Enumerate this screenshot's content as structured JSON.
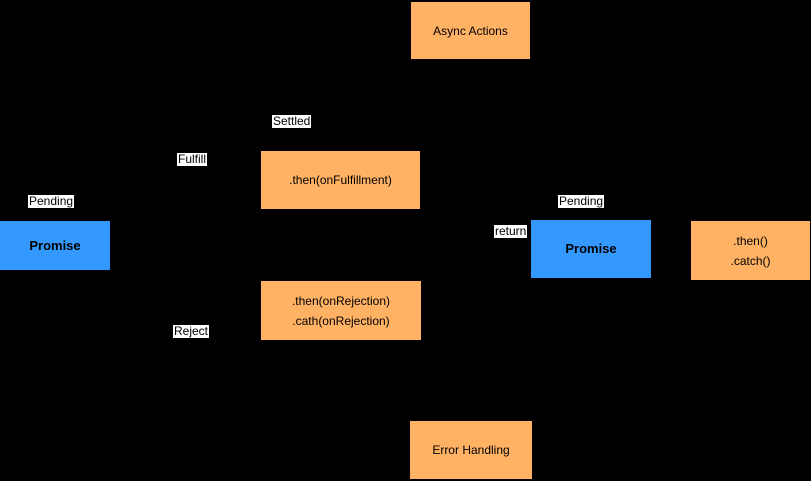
{
  "diagram": {
    "background_color": "#000000",
    "colors": {
      "orange_fill": "#FFB164",
      "blue_fill": "#3399FF",
      "label_background": "#FFFFFF",
      "text": "#000000"
    },
    "nodes": [
      {
        "id": "async-actions",
        "lines": [
          "Async Actions"
        ]
      },
      {
        "id": "promise-left",
        "lines": [
          "Promise"
        ]
      },
      {
        "id": "then-onfulfillment",
        "lines": [
          ".then(onFulfillment)"
        ]
      },
      {
        "id": "then-onrejection",
        "lines": [
          ".then(onRejection)",
          ".cath(onRejection)"
        ]
      },
      {
        "id": "promise-right",
        "lines": [
          "Promise"
        ]
      },
      {
        "id": "then-catch",
        "lines": [
          ".then()",
          ".catch()"
        ]
      },
      {
        "id": "error-handling",
        "lines": [
          "Error Handling"
        ]
      }
    ],
    "edge_labels": [
      {
        "id": "settled",
        "text": "Settled"
      },
      {
        "id": "fulfill",
        "text": "Fulfill"
      },
      {
        "id": "pending-left",
        "text": "Pending"
      },
      {
        "id": "reject",
        "text": "Reject"
      },
      {
        "id": "return",
        "text": "return"
      },
      {
        "id": "pending-right",
        "text": "Pending"
      }
    ]
  }
}
